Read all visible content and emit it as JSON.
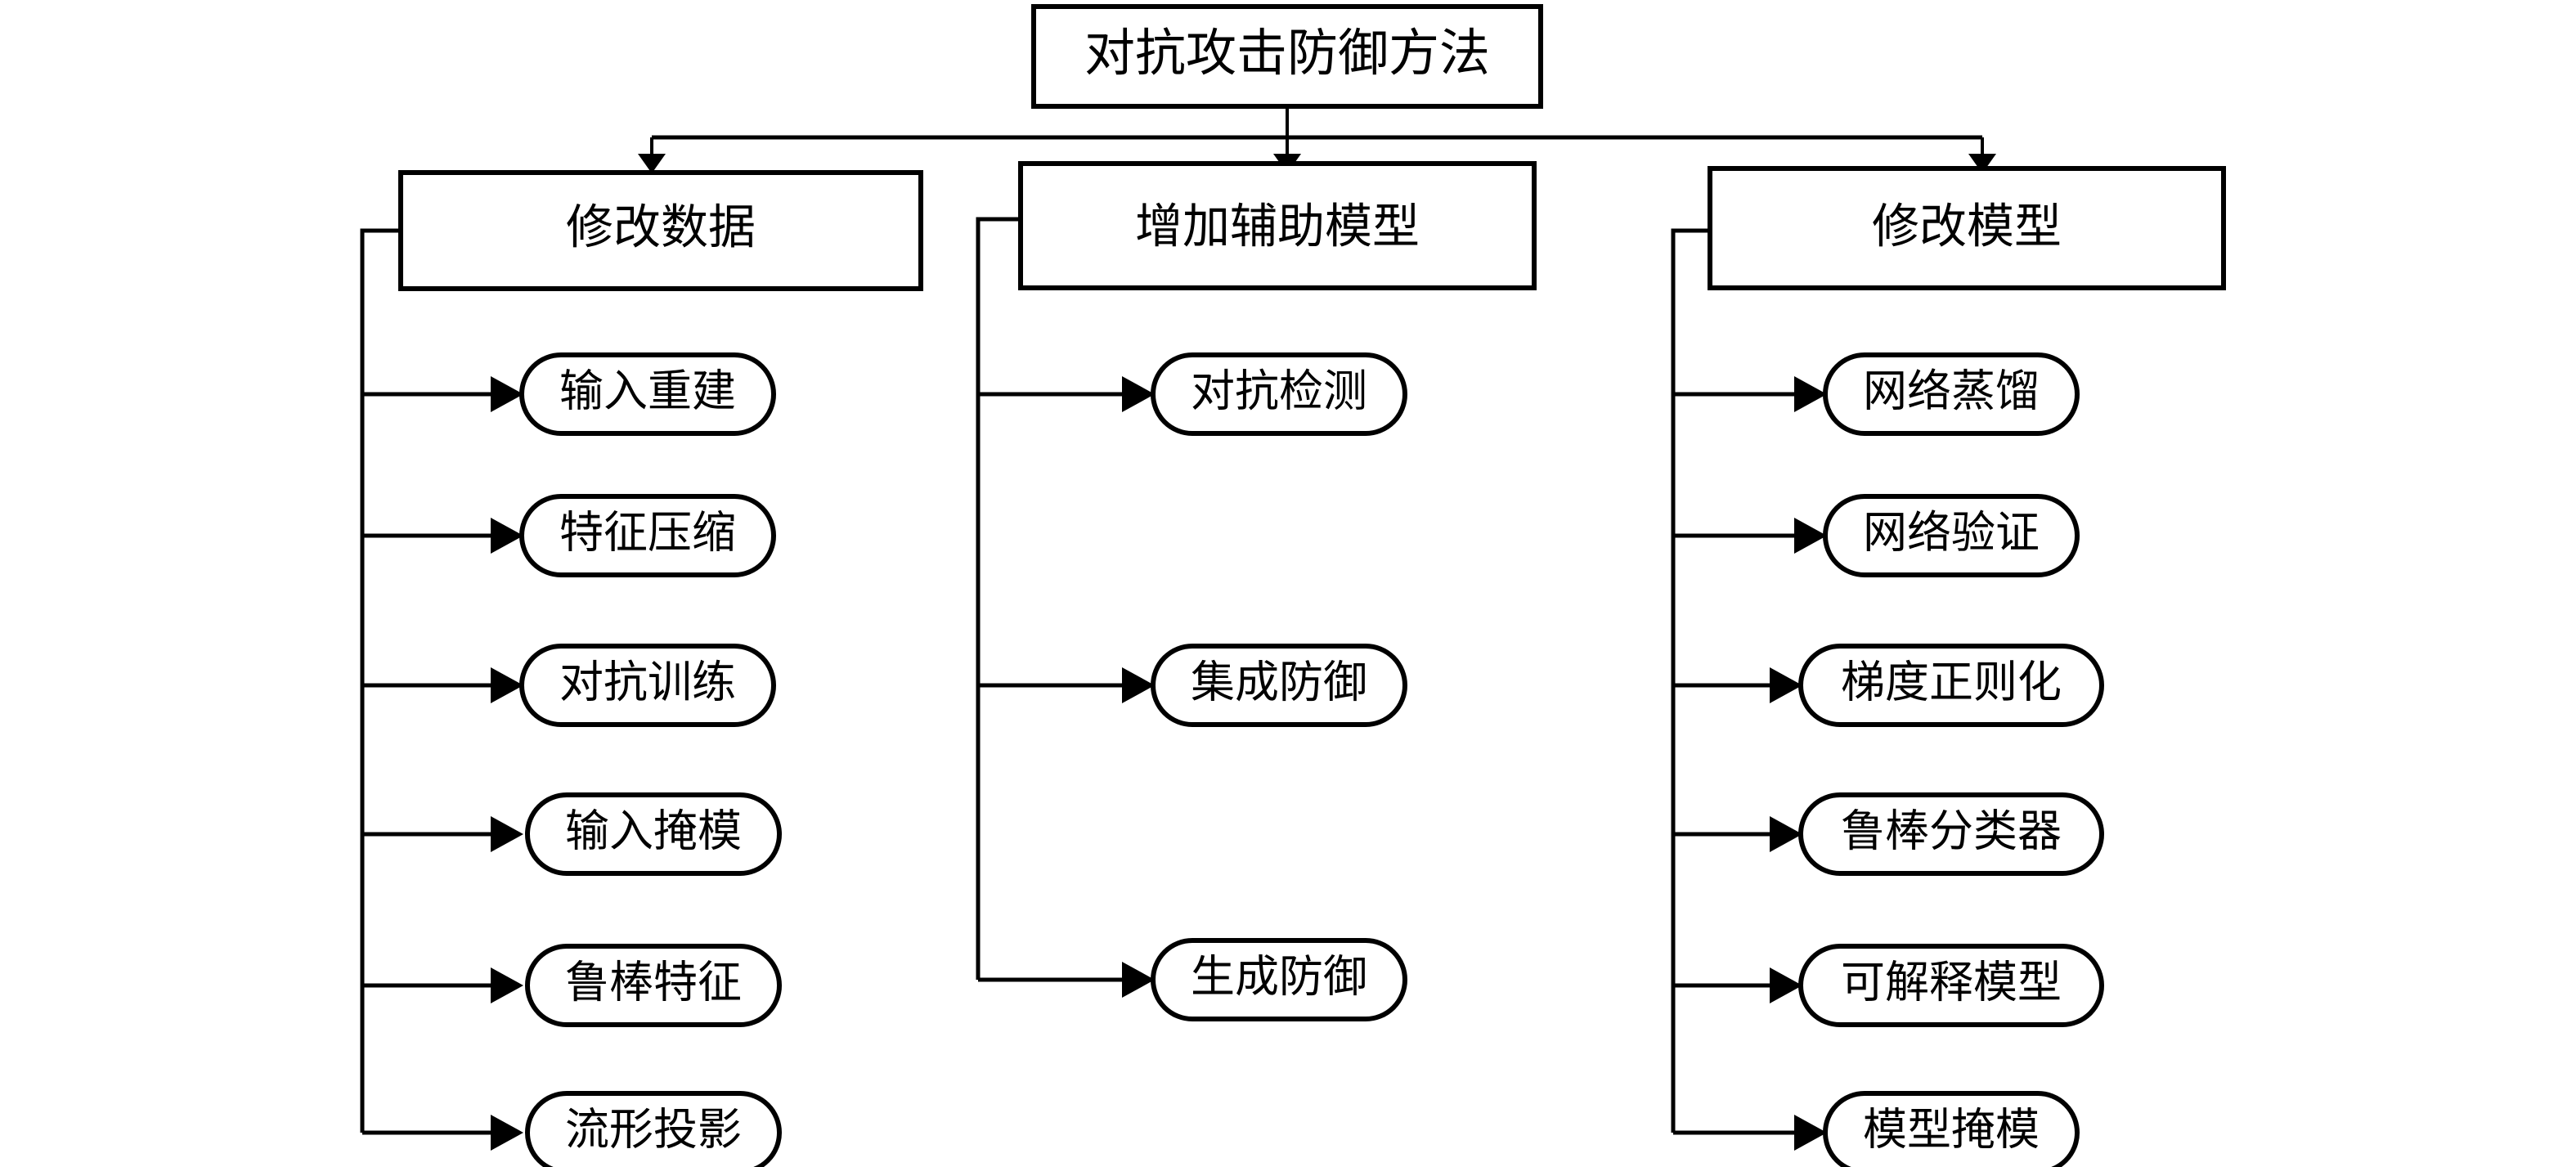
{
  "diagram": {
    "title": "对抗攻击防御方法",
    "root": {
      "label": "对抗攻击防御方法"
    },
    "branches": [
      {
        "label": "修改数据",
        "leaves": [
          {
            "label": "输入重建"
          },
          {
            "label": "特征压缩"
          },
          {
            "label": "对抗训练"
          },
          {
            "label": "输入掩模"
          },
          {
            "label": "鲁棒特征"
          },
          {
            "label": "流形投影"
          }
        ]
      },
      {
        "label": "增加辅助模型",
        "leaves": [
          {
            "label": "对抗检测"
          },
          {
            "label": "集成防御"
          },
          {
            "label": "生成防御"
          }
        ]
      },
      {
        "label": "修改模型",
        "leaves": [
          {
            "label": "网络蒸馏"
          },
          {
            "label": "网络验证"
          },
          {
            "label": "梯度正则化"
          },
          {
            "label": "鲁棒分类器"
          },
          {
            "label": "可解释模型"
          },
          {
            "label": "模型掩模"
          }
        ]
      }
    ],
    "colors": {
      "stroke": "#000000",
      "fill": "#ffffff",
      "text": "#000000"
    }
  }
}
